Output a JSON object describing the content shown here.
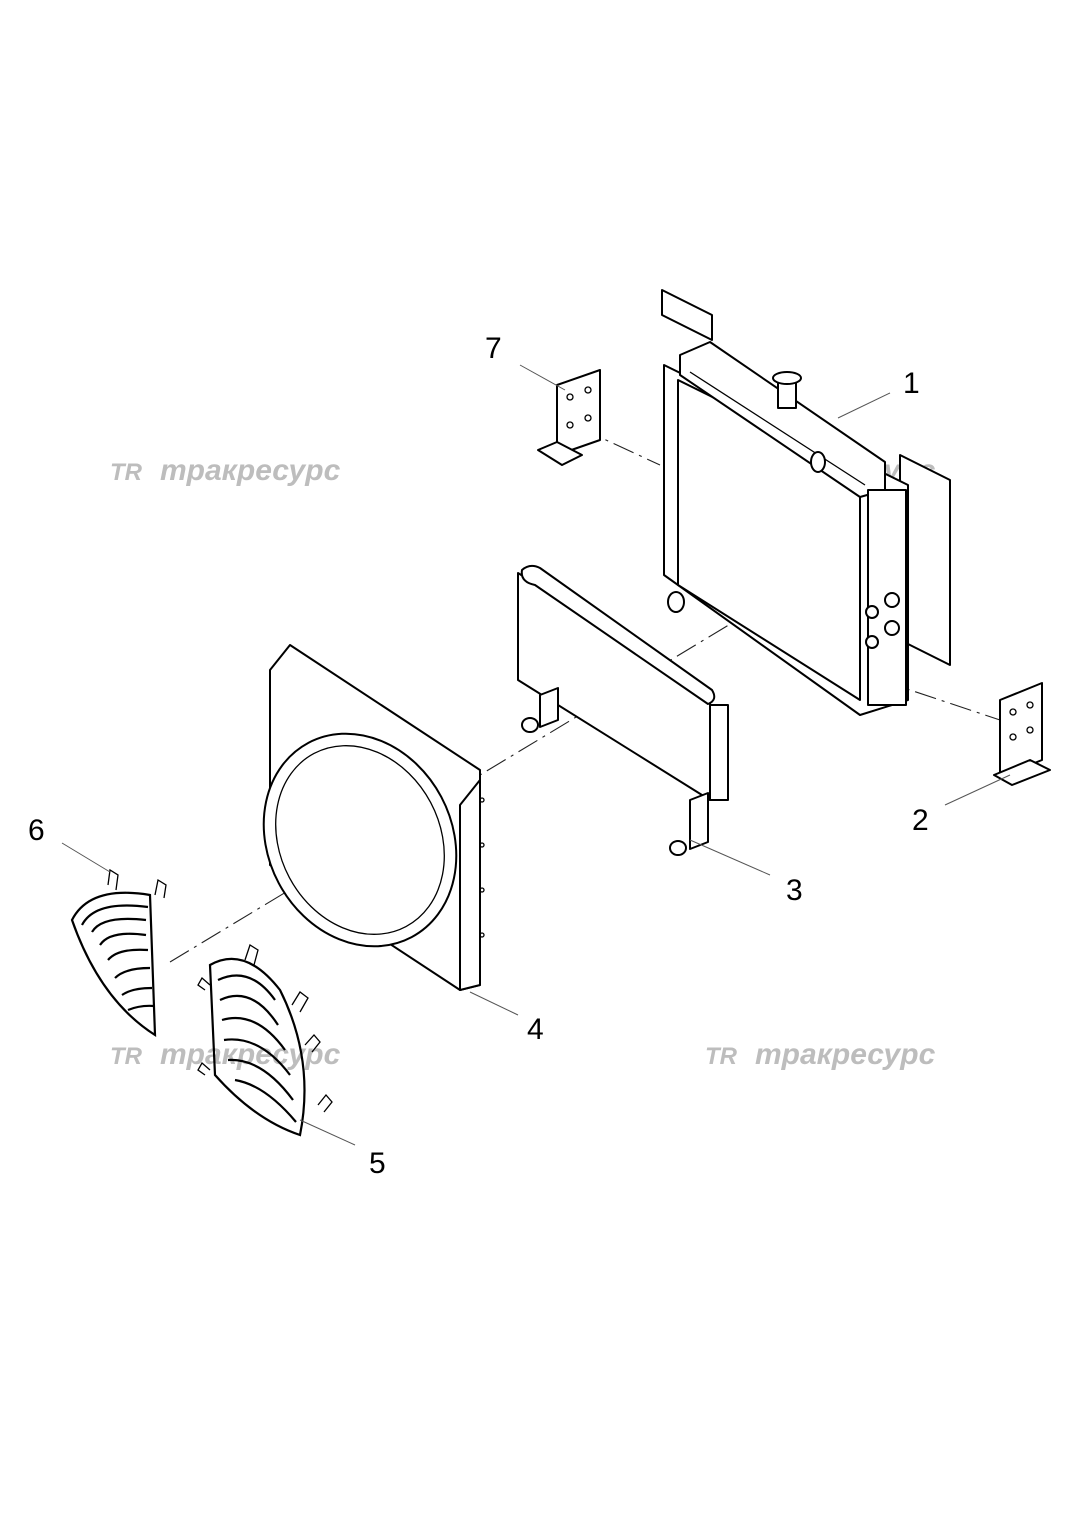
{
  "diagram": {
    "callouts": [
      {
        "id": "1",
        "label": "1"
      },
      {
        "id": "2",
        "label": "2"
      },
      {
        "id": "3",
        "label": "3"
      },
      {
        "id": "4",
        "label": "4"
      },
      {
        "id": "5",
        "label": "5"
      },
      {
        "id": "6",
        "label": "6"
      },
      {
        "id": "7",
        "label": "7"
      }
    ],
    "parts": [
      {
        "id": "1",
        "name": "radiator"
      },
      {
        "id": "2",
        "name": "mounting-bracket-right"
      },
      {
        "id": "3",
        "name": "oil-cooler"
      },
      {
        "id": "4",
        "name": "fan-shroud"
      },
      {
        "id": "5",
        "name": "fan-guard-half-right"
      },
      {
        "id": "6",
        "name": "fan-guard-half-left"
      },
      {
        "id": "7",
        "name": "mounting-bracket-left"
      }
    ],
    "watermark": {
      "logo": "TR",
      "text": "тракресурс",
      "color": "#bdbdbd"
    }
  }
}
